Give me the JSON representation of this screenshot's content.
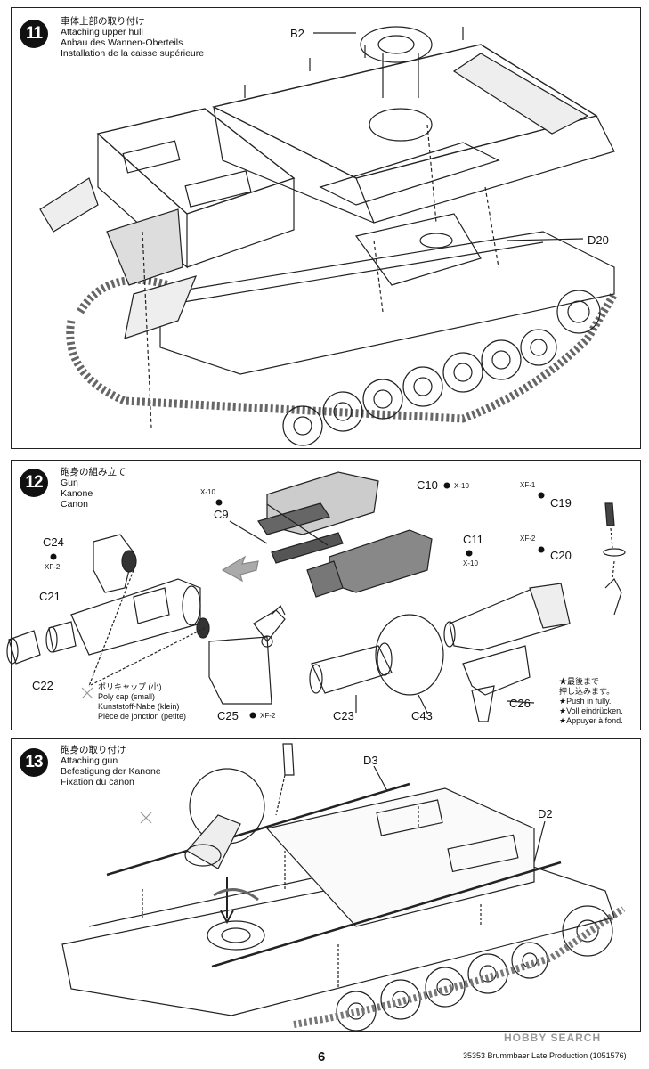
{
  "steps": [
    {
      "number": "11",
      "title_jp": "車体上部の取り付け",
      "title_en": "Attaching upper hull",
      "title_de": "Anbau des Wannen-Oberteils",
      "title_fr": "Installation de la caisse supérieure",
      "parts": [
        "B2",
        "D20"
      ]
    },
    {
      "number": "12",
      "title_jp": "砲身の組み立て",
      "title_en": "Gun",
      "title_de": "Kanone",
      "title_fr": "Canon",
      "parts": [
        "C9",
        "C10",
        "C11",
        "C19",
        "C20",
        "C24",
        "C21",
        "C22",
        "C23",
        "C43",
        "C25",
        "C26"
      ],
      "paints": {
        "c9": "X-10",
        "c10": "X-10",
        "c11": "X-10",
        "c19": "XF-1",
        "c20": "XF-2",
        "c24": "XF-2",
        "c25": "XF-2"
      },
      "polycap": [
        "ポリキャップ (小)",
        "Poly cap (small)",
        "Kunststoff-Nabe (klein)",
        "Pièce de jonction (petite)"
      ],
      "push_note": [
        "★最後まで",
        "押し込みます。",
        "★Push in fully.",
        "★Voll eindrücken.",
        "★Appuyer à fond."
      ]
    },
    {
      "number": "13",
      "title_jp": "砲身の取り付け",
      "title_en": "Attaching gun",
      "title_de": "Befestigung der Kanone",
      "title_fr": "Fixation du canon",
      "parts": [
        "D3",
        "D2"
      ]
    }
  ],
  "footer": {
    "page": "6",
    "code": "35353 Brummbaer Late Production (1051576)",
    "watermark": "HOBBY SEARCH"
  }
}
